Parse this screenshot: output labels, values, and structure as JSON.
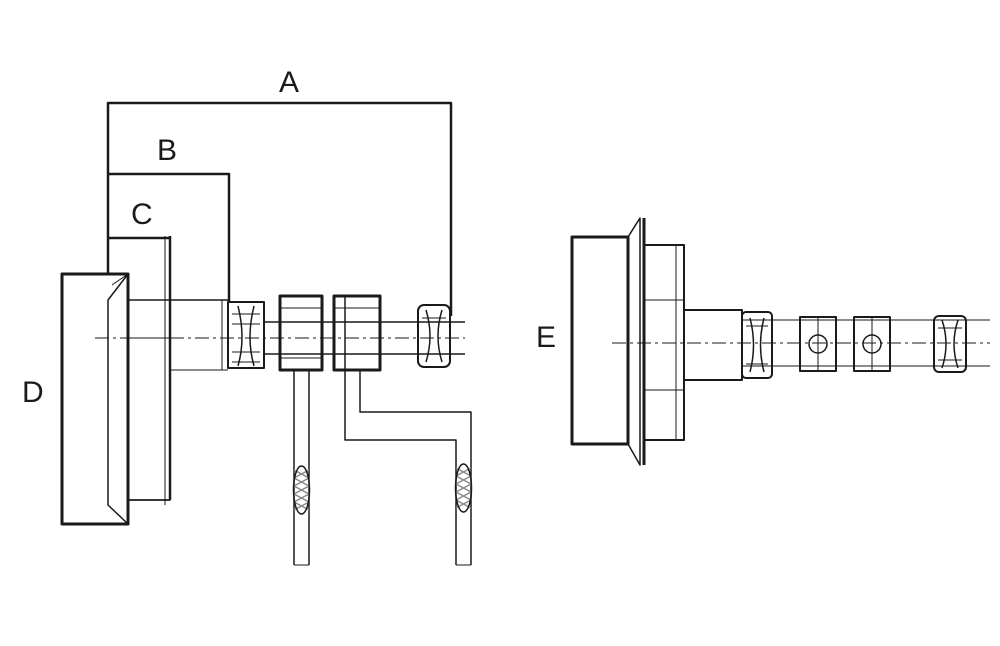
{
  "labels": {
    "a": "A",
    "b": "B",
    "c": "C",
    "d": "D",
    "e": "E"
  },
  "colors": {
    "line": "#1a1a1a",
    "hatch": "#8a8a8a",
    "background": "#ffffff"
  }
}
